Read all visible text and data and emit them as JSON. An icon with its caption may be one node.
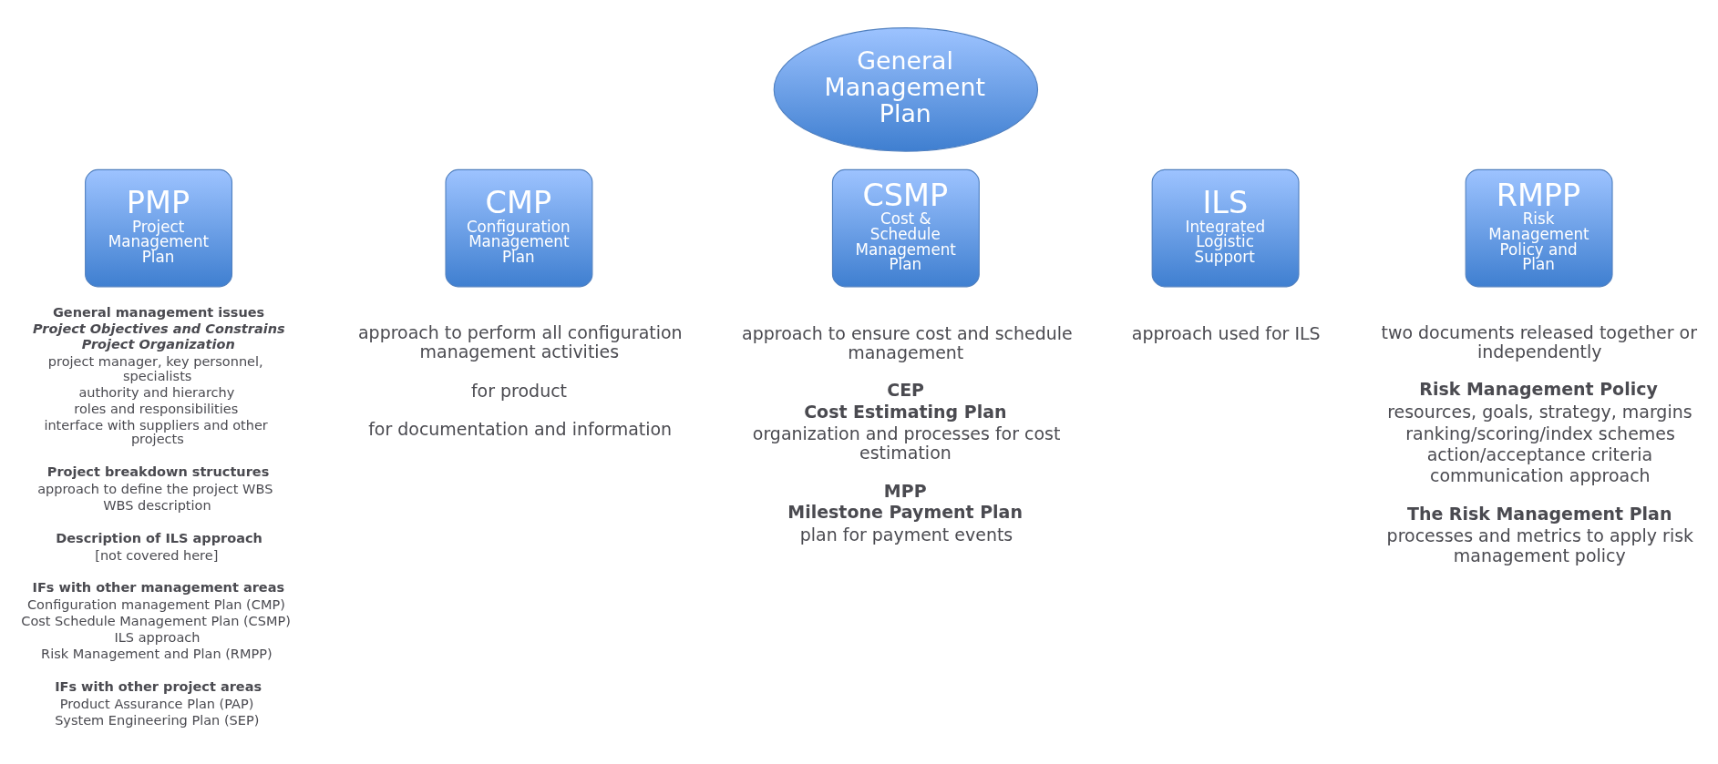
{
  "diagram": {
    "nodes": [
      {
        "text": [
          "General Management Plan"
        ]
      },
      {
        "text": [
          "PMP",
          "Project Management Plan"
        ],
        "beside": [
          "**General management issues**",
          "*Project Objectives and Constrains*",
          "*Project Organization*",
          "project manager, key personnel, specialists",
          "authority and hierarchy",
          "roles and responsibilities",
          "interface with suppliers and other projects",
          "**Project breakdown structures**",
          "approach to define the project WBS",
          "WBS description",
          "**Description of ILS approach**",
          "[not covered here]",
          "**IFs with other management areas**",
          "Configuration management Plan (CMP)",
          "Cost Schedule Management Plan (CSMP)",
          "ILS approach",
          "Risk Management and Plan (RMPP)",
          "**IFs with other project areas**",
          "Product Assurance Plan (PAP)",
          "System Engineering Plan (SEP)"
        ]
      },
      {
        "text": [
          "CMP",
          "Configuration Management Plan"
        ],
        "beside": [
          "approach to perform all configuration management activities",
          "for product",
          "for documentation and information"
        ]
      },
      {
        "text": [
          "CSMP",
          "Cost & Schedule Management Plan"
        ],
        "beside": [
          "approach to ensure cost and schedule management",
          "**CEP**",
          "**Cost Estimating Plan**",
          "organization and processes for cost estimation",
          "**MPP**",
          "**Milestone Payment Plan**",
          "plan for payment events"
        ]
      },
      {
        "text": [
          "ILS",
          "Integrated Logistic Support"
        ],
        "beside": [
          "approach used for ILS"
        ]
      },
      {
        "text": [
          "RMPP",
          "Risk Management Policy and Plan"
        ],
        "beside": [
          "two documents released together or independently",
          "**Risk Management Policy**",
          "resources, goals, strategy, margins",
          "ranking/scoring/index schemes",
          "action/acceptance criteria",
          "communication approach",
          "**The Risk Management Plan**",
          "processes and metrics to apply risk management policy"
        ]
      }
    ],
    "edges": []
  }
}
